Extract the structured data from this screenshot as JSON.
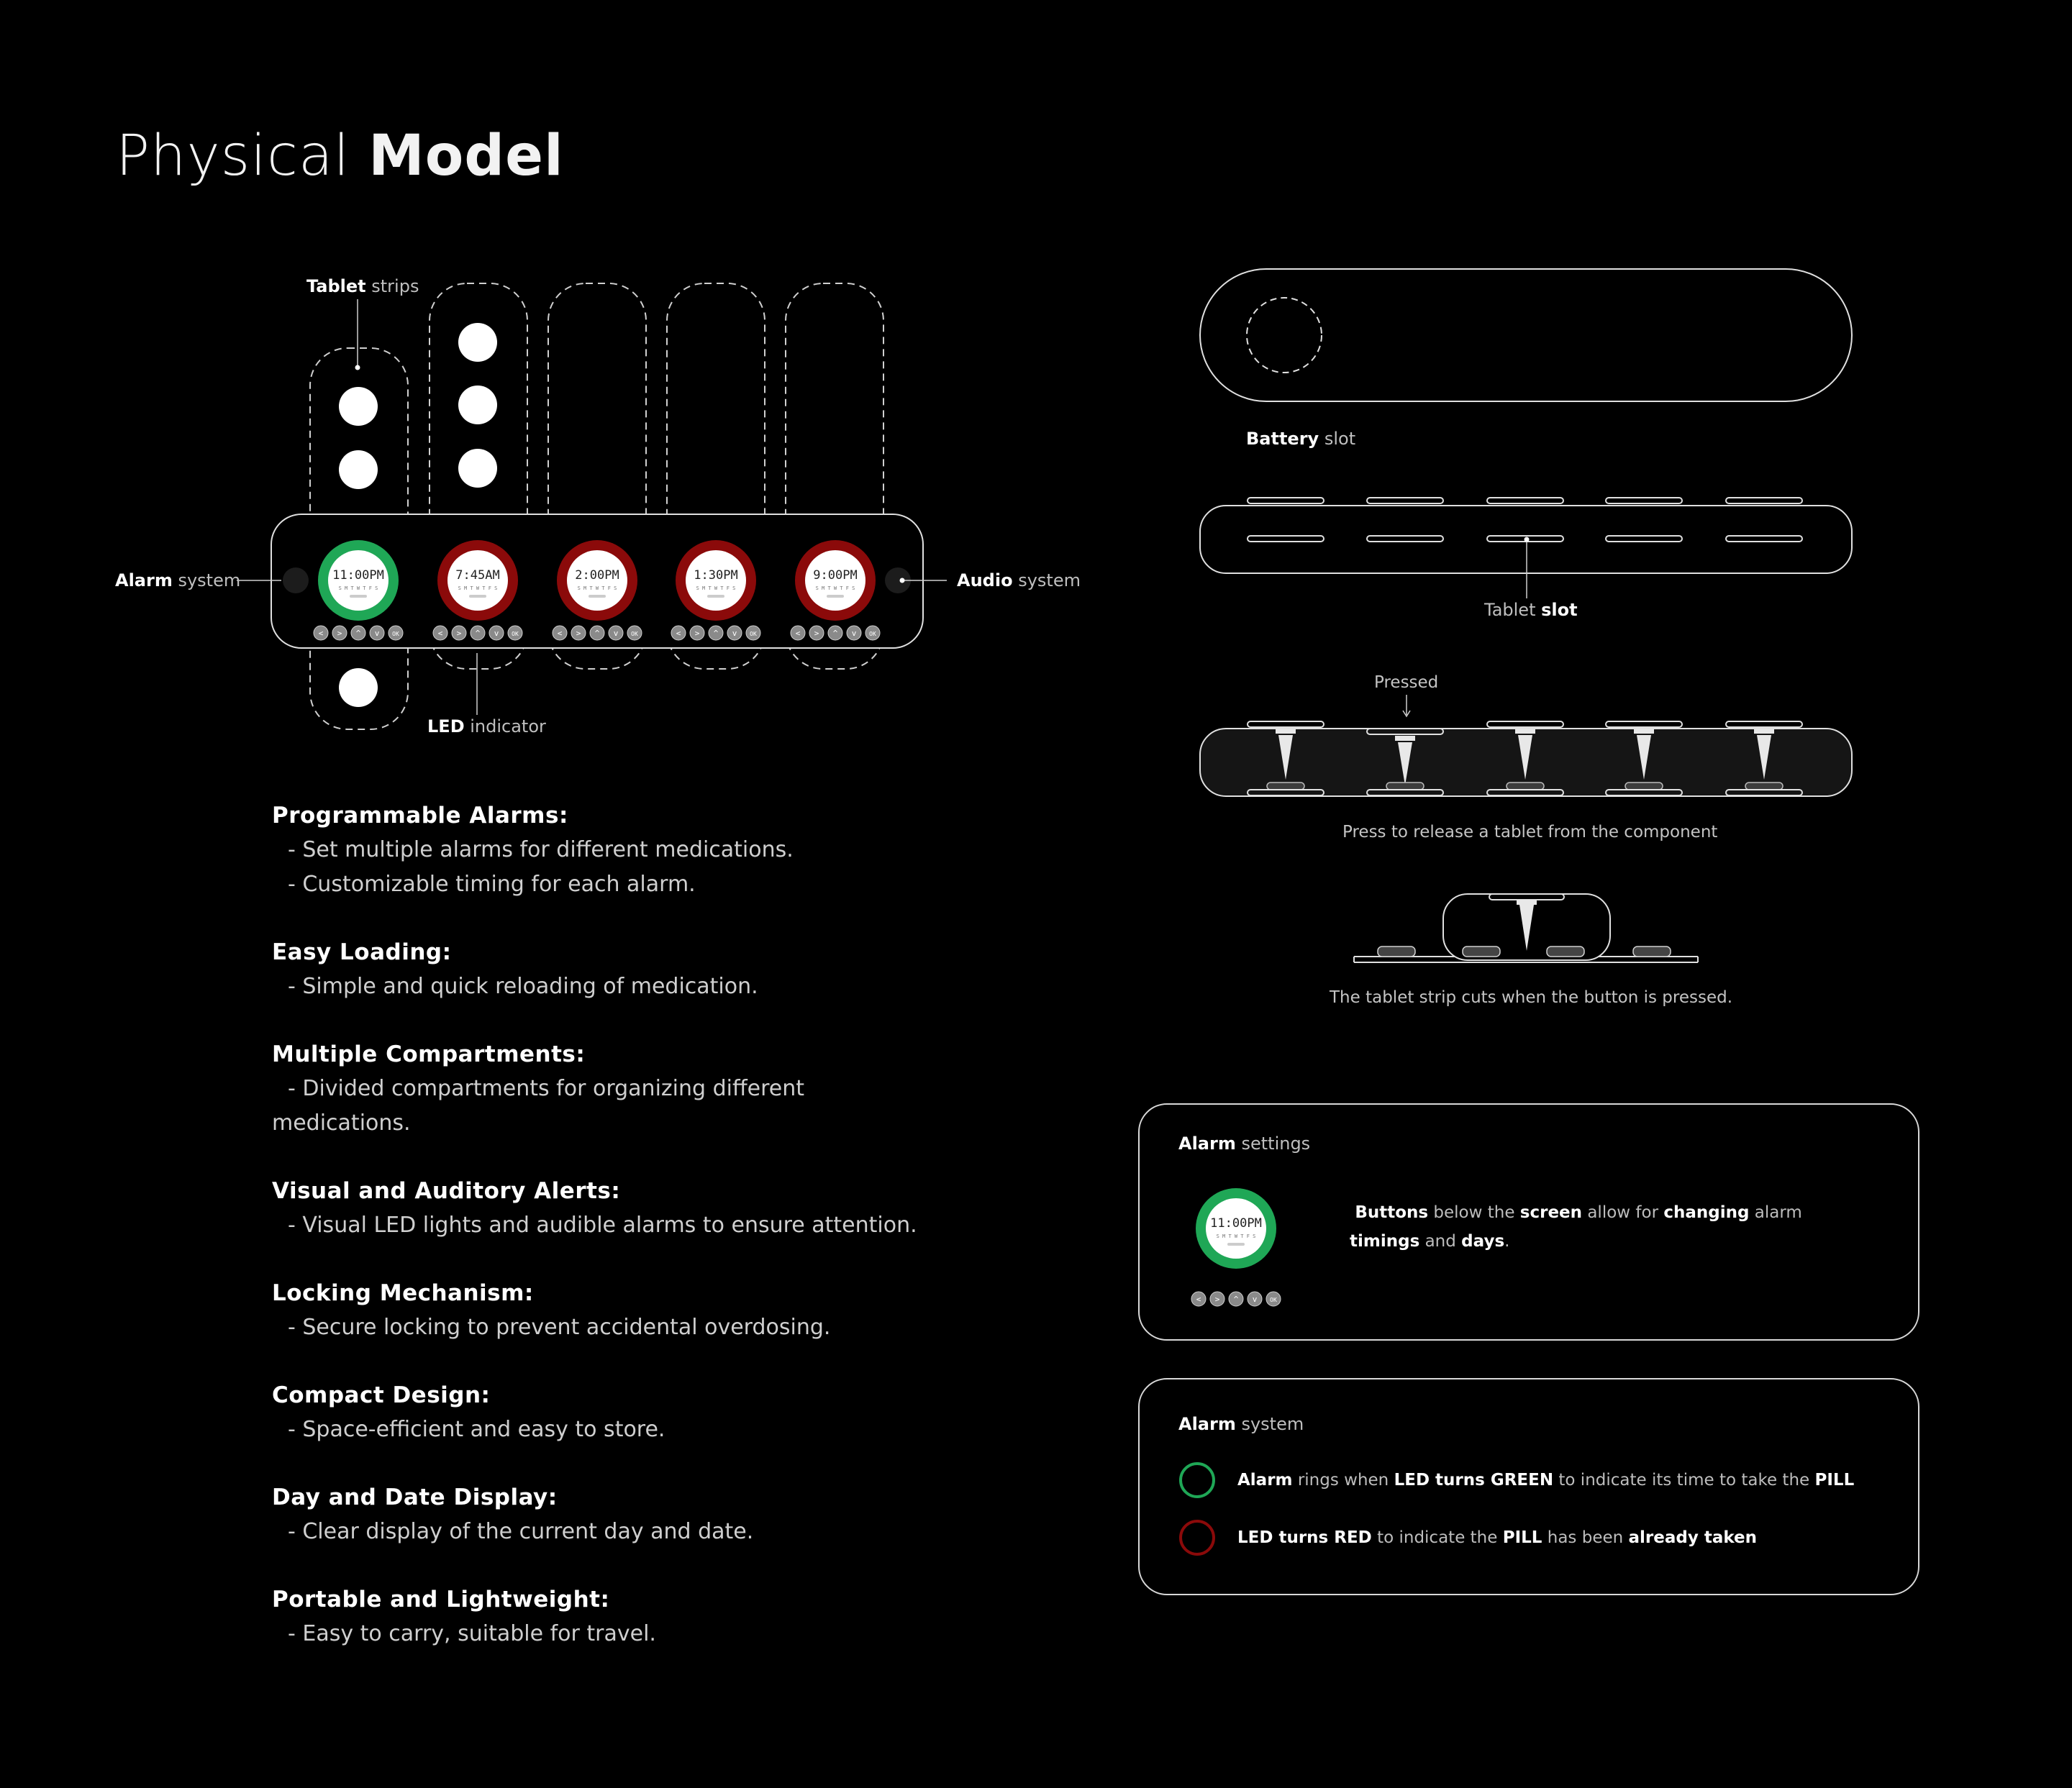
{
  "title": {
    "light": "Physical",
    "bold": "Model"
  },
  "device": {
    "labels": {
      "tablet_strips": {
        "bold": "Tablet",
        "rest": " strips"
      },
      "alarm_system": {
        "bold": "Alarm",
        "rest": " system"
      },
      "audio_system": {
        "bold": "Audio",
        "rest": " system"
      },
      "led_indicator": {
        "bold": "LED",
        "rest": " indicator"
      }
    },
    "clocks": [
      {
        "time": "11:00PM",
        "led": "green"
      },
      {
        "time": "7:45AM",
        "led": "red"
      },
      {
        "time": "2:00PM",
        "led": "red"
      },
      {
        "time": "1:30PM",
        "led": "red"
      },
      {
        "time": "9:00PM",
        "led": "red"
      }
    ],
    "days_line": "S M T W T F S",
    "buttons": [
      "<",
      ">",
      "^",
      "v",
      "OK"
    ]
  },
  "side_views": {
    "battery": {
      "bold": "Battery",
      "rest": " slot"
    },
    "tablet_slot": {
      "rest": "Tablet ",
      "bold": "slot"
    },
    "pressed": "Pressed",
    "press_caption": "Press to release a tablet from the component",
    "cut_caption": "The tablet strip cuts when the button is pressed."
  },
  "features": [
    {
      "heading": "Programmable Alarms:",
      "lines": [
        "- Set multiple alarms for different medications.",
        "- Customizable timing for each alarm."
      ]
    },
    {
      "heading": "Easy Loading:",
      "lines": [
        "- Simple and quick reloading of medication."
      ]
    },
    {
      "heading": "Multiple Compartments:",
      "lines": [
        "- Divided compartments for organizing different",
        "medications."
      ]
    },
    {
      "heading": "Visual and Auditory Alerts:",
      "lines": [
        "- Visual LED lights and audible alarms to ensure attention."
      ]
    },
    {
      "heading": "Locking Mechanism:",
      "lines": [
        "- Secure locking to prevent accidental overdosing."
      ]
    },
    {
      "heading": "Compact Design:",
      "lines": [
        "- Space-efficient and easy to store."
      ]
    },
    {
      "heading": "Day and Date Display:",
      "lines": [
        "- Clear display of the current day and date."
      ]
    },
    {
      "heading": "Portable and Lightweight:",
      "lines": [
        "- Easy to carry, suitable for travel."
      ]
    }
  ],
  "alarm_settings": {
    "title_bold": "Alarm",
    "title_rest": " settings",
    "time": "11:00PM",
    "text": {
      "w1": "Buttons",
      "t1": " below the ",
      "w2": "screen",
      "t2": " allow for ",
      "w3": "changing",
      "t3": " alarm ",
      "w4": "timings",
      "t4": " and ",
      "w5": "days",
      "t5": "."
    }
  },
  "alarm_system": {
    "title_bold": "Alarm",
    "title_rest": " system",
    "green_row": {
      "w1": "Alarm",
      "t1": " rings when ",
      "w2": "LED turns GREEN",
      "t2": " to indicate its time to take the ",
      "w3": "PILL"
    },
    "red_row": {
      "w1": "LED turns RED",
      "t1": " to indicate the ",
      "w2": "PILL",
      "t2": " has been ",
      "w3": "already taken"
    }
  },
  "colors": {
    "green": "#1fa756",
    "red": "#8b0a0a",
    "background": "#000000",
    "stroke": "#d8d8d8"
  }
}
